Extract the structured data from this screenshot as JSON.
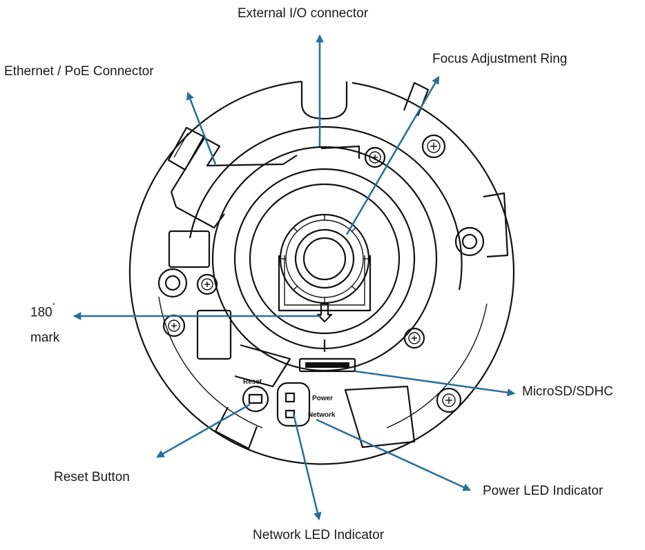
{
  "labels": {
    "external_io": "External I/O connector",
    "ethernet_poe": "Ethernet / PoE  Connector",
    "focus_ring": "Focus Adjustment Ring",
    "mark_180_value": "180",
    "mark_180_degree": "°",
    "mark_180_word": "mark",
    "microsd": "MicroSD/SDHC",
    "reset_button": "Reset Button",
    "power_led": "Power LED Indicator",
    "network_led": "Network LED Indicator"
  },
  "device_print": {
    "reset": "Reset",
    "power": "Power",
    "network": "Network"
  },
  "colors": {
    "arrow": "#2a6f9b",
    "line_art": "#111111",
    "text": "#1a1a1a"
  }
}
